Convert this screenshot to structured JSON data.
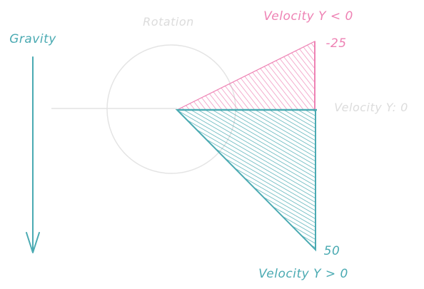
{
  "labels": {
    "gravity": "Gravity",
    "rotation": "Rotation",
    "velocity_negative": "Velocity Y < 0",
    "velocity_zero": "Velocity Y: 0",
    "velocity_positive": "Velocity Y > 0",
    "value_top": "-25",
    "value_bottom": "50"
  },
  "colors": {
    "teal": "#4aaab2",
    "pink": "#ee82b4",
    "faint": "#dddddd",
    "faint_text": "#d8d8d8"
  },
  "icons": {
    "gravity_arrow": "arrow-down-icon",
    "rotation_circle": "circle-icon"
  }
}
